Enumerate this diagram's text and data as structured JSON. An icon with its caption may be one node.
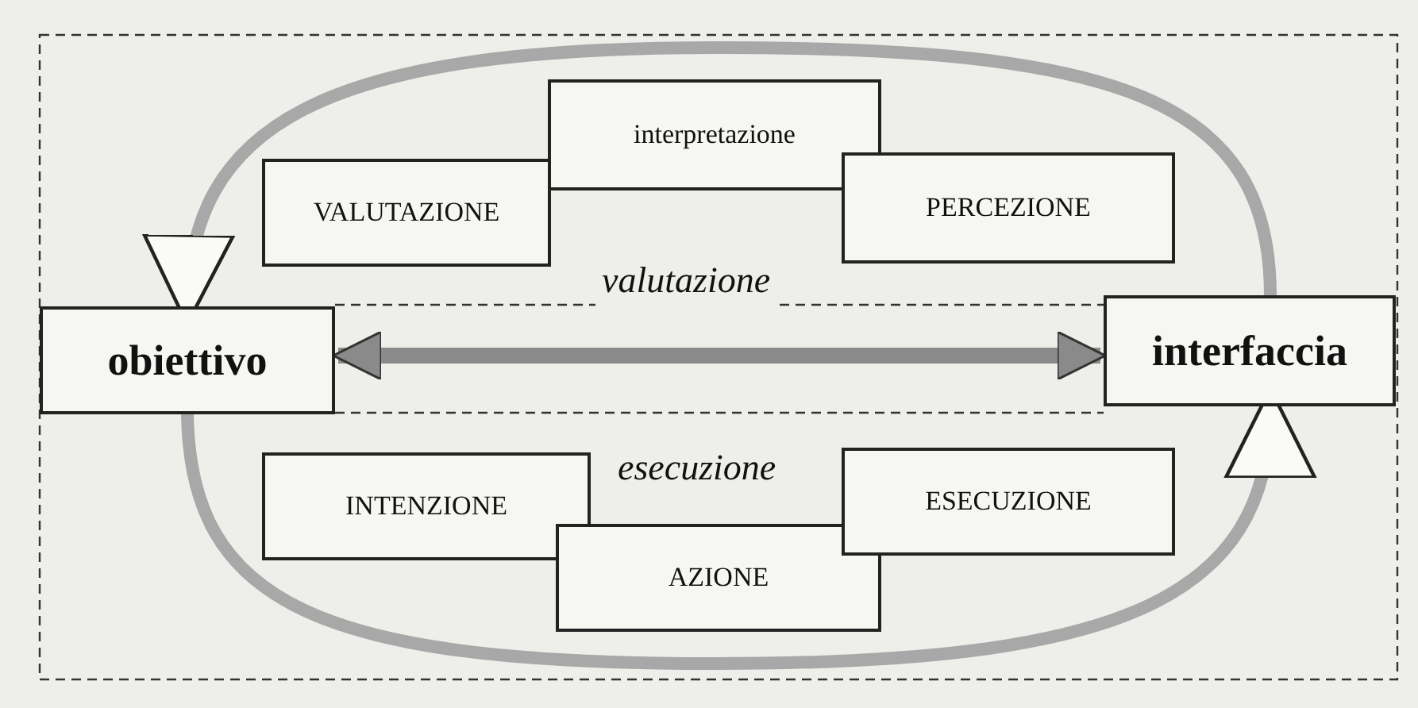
{
  "diagram": {
    "nodes": [
      {
        "text": [
          "obiettivo"
        ]
      },
      {
        "text": [
          "interfaccia"
        ]
      },
      {
        "text": [
          "VALUTAZIONE"
        ]
      },
      {
        "text": [
          "interpretazione"
        ]
      },
      {
        "text": [
          "PERCEZIONE"
        ]
      },
      {
        "text": [
          "INTENZIONE"
        ]
      },
      {
        "text": [
          "AZIONE"
        ]
      },
      {
        "text": [
          "ESECUZIONE"
        ]
      }
    ],
    "edges": [
      {
        "from": 1,
        "to": 0,
        "arrow": "to"
      },
      {
        "from": 0,
        "to": 1,
        "arrow": "to"
      },
      {
        "from": 0,
        "to": 1,
        "arrow": "both",
        "color": "#8a8a8a"
      }
    ],
    "labels": [
      "valutazione",
      "esecuzione"
    ]
  }
}
